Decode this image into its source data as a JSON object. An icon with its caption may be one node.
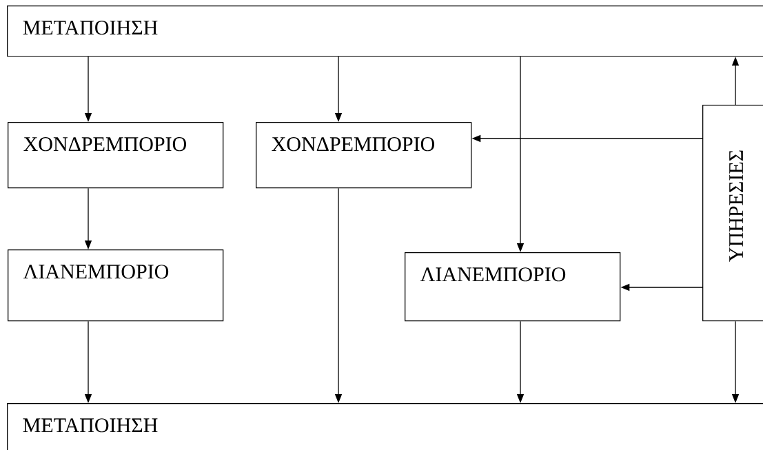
{
  "diagram": {
    "nodes": [
      {
        "text": [
          "ΜΕΤΑΠΟΙΗΣΗ"
        ]
      },
      {
        "text": [
          "ΧΟΝΔΡΕΜΠΟΡΙΟ"
        ]
      },
      {
        "text": [
          "ΧΟΝΔΡΕΜΠΟΡΙΟ"
        ]
      },
      {
        "text": [
          "ΛΙΑΝΕΜΠΟΡΙΟ"
        ]
      },
      {
        "text": [
          "ΛΙΑΝΕΜΠΟΡΙΟ"
        ]
      },
      {
        "text": [
          "ΥΠΗΡΕΣΙΕΣ"
        ]
      },
      {
        "text": [
          "ΜΕΤΑΠΟΙΗΣΗ"
        ]
      }
    ],
    "edges": [
      {
        "from": 0,
        "to": 1,
        "arrow": "to"
      },
      {
        "from": 0,
        "to": 2,
        "arrow": "to"
      },
      {
        "from": 0,
        "to": 4,
        "arrow": "to"
      },
      {
        "from": 1,
        "to": 3,
        "arrow": "to"
      },
      {
        "from": 3,
        "to": 6,
        "arrow": "to"
      },
      {
        "from": 2,
        "to": 6,
        "arrow": "to"
      },
      {
        "from": 4,
        "to": 6,
        "arrow": "to"
      },
      {
        "from": 5,
        "to": 0,
        "arrow": "to"
      },
      {
        "from": 5,
        "to": 2,
        "arrow": "to"
      },
      {
        "from": 5,
        "to": 4,
        "arrow": "to"
      },
      {
        "from": 5,
        "to": 6,
        "arrow": "to"
      }
    ]
  }
}
